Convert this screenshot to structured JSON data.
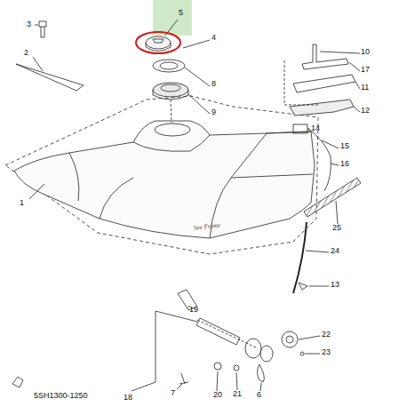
{
  "diagram": {
    "labels": [
      "1",
      "2",
      "3",
      "4",
      "5",
      "6",
      "7",
      "8",
      "9",
      "10",
      "11",
      "12",
      "13",
      "14",
      "15",
      "16",
      "17",
      "18",
      "19",
      "20",
      "21",
      "22",
      "23",
      "24",
      "25",
      "See Frame",
      "5SH1300-1250"
    ]
  }
}
